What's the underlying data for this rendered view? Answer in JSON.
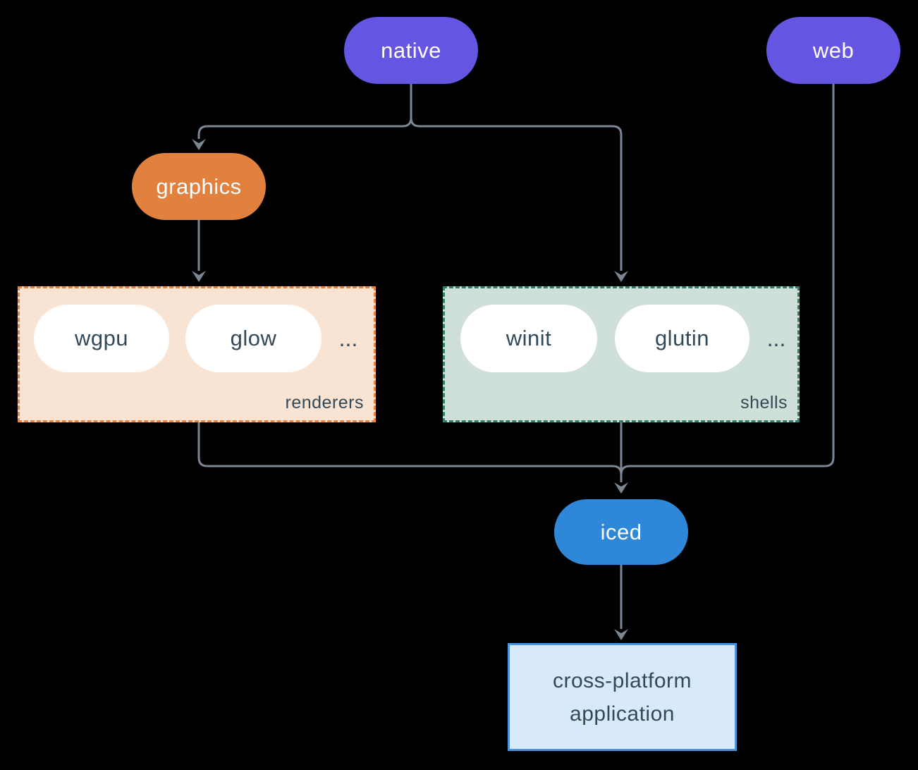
{
  "colors": {
    "background": "#000000",
    "edge": "#7b8795",
    "purple": "#6455e3",
    "orange": "#e2813d",
    "blue": "#2e87d8",
    "white_pill": "#ffffff",
    "dark_text": "#32495a",
    "renderers_bg": "#f9e3d2",
    "renderers_border": "#e8823c",
    "shells_bg": "#cfe0d9",
    "shells_border": "#2e7f6f",
    "app_bg": "#d8e9f9",
    "app_border": "#4a95dc"
  },
  "nodes": {
    "native": {
      "label": "native"
    },
    "web": {
      "label": "web"
    },
    "graphics": {
      "label": "graphics"
    },
    "iced": {
      "label": "iced"
    },
    "application": {
      "label": "cross-platform application"
    }
  },
  "groups": {
    "renderers": {
      "label": "renderers",
      "items": [
        "wgpu",
        "glow"
      ],
      "more": "..."
    },
    "shells": {
      "label": "shells",
      "items": [
        "winit",
        "glutin"
      ],
      "more": "..."
    }
  },
  "edges": [
    {
      "from": "native",
      "to": "graphics"
    },
    {
      "from": "native",
      "to": "shells"
    },
    {
      "from": "graphics",
      "to": "renderers"
    },
    {
      "from": "renderers",
      "to": "iced"
    },
    {
      "from": "shells",
      "to": "iced"
    },
    {
      "from": "web",
      "to": "iced"
    },
    {
      "from": "iced",
      "to": "application"
    }
  ]
}
